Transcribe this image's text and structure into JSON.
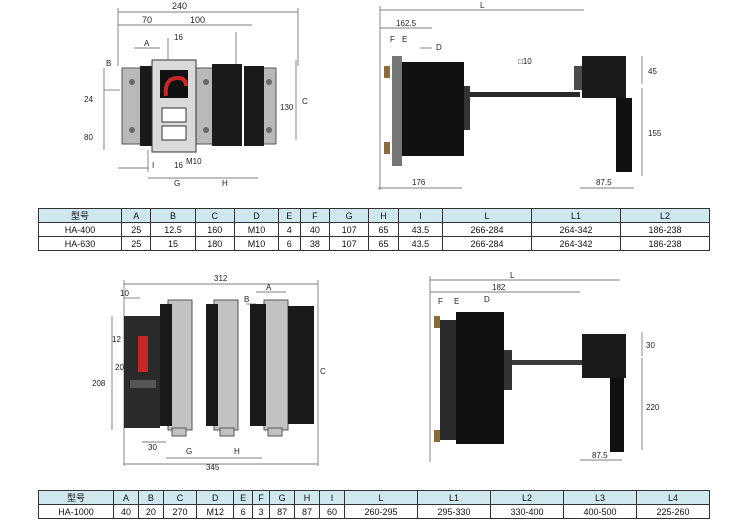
{
  "top_section": {
    "front_view": {
      "dimensions": [
        "240",
        "70",
        "100",
        "A",
        "16",
        "B",
        "24",
        "80",
        "130",
        "C",
        "I",
        "16",
        "M10",
        "G",
        "H"
      ]
    },
    "side_view": {
      "dimensions": [
        "L",
        "162.5",
        "F",
        "E",
        "D",
        "□10",
        "45",
        "155",
        "176",
        "87.5"
      ]
    }
  },
  "table1": {
    "headers": [
      "型号",
      "A",
      "B",
      "C",
      "D",
      "E",
      "F",
      "G",
      "H",
      "I",
      "L",
      "L1",
      "L2"
    ],
    "rows": [
      [
        "HA-400",
        "25",
        "12.5",
        "160",
        "M10",
        "4",
        "40",
        "107",
        "65",
        "43.5",
        "266-284",
        "264-342",
        "186-238"
      ],
      [
        "HA-630",
        "25",
        "15",
        "180",
        "M10",
        "6",
        "38",
        "107",
        "65",
        "43.5",
        "266-284",
        "264-342",
        "186-238"
      ]
    ]
  },
  "bottom_section": {
    "front_view": {
      "dimensions": [
        "312",
        "10",
        "A",
        "B",
        "12",
        "20",
        "208",
        "C",
        "30",
        "G",
        "H",
        "345"
      ]
    },
    "side_view": {
      "dimensions": [
        "L",
        "182",
        "F",
        "E",
        "D",
        "30",
        "220",
        "87.5"
      ]
    }
  },
  "table2": {
    "headers": [
      "型号",
      "A",
      "B",
      "C",
      "D",
      "E",
      "F",
      "G",
      "H",
      "I",
      "L",
      "L1",
      "L2",
      "L3",
      "L4"
    ],
    "rows": [
      [
        "HA-1000",
        "40",
        "20",
        "270",
        "M12",
        "6",
        "3",
        "87",
        "87",
        "60",
        "260-295",
        "295-330",
        "330-400",
        "400-500",
        "225-260"
      ]
    ]
  },
  "colors": {
    "header_bg": "#cfe7ef",
    "switch_body": "#1a1a1a",
    "busbar": "#b9b9b9",
    "handle_red": "#c62828"
  }
}
